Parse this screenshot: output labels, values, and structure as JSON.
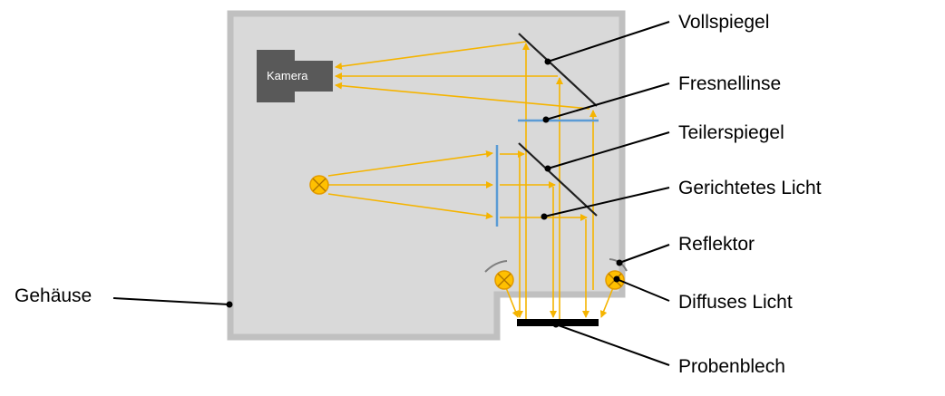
{
  "labels": {
    "camera": "Kamera",
    "full_mirror": "Vollspiegel",
    "fresnel_lens": "Fresnellinse",
    "beam_splitter": "Teilerspiegel",
    "directed_light": "Gerichtetes Licht",
    "reflector": "Reflektor",
    "diffuse_light": "Diffuses Licht",
    "housing": "Gehäuse",
    "sample_sheet": "Probenblech"
  },
  "colors": {
    "housing_wall": "#c0c0c0",
    "housing_fill": "#d9d9d9",
    "light": "#f5b400",
    "lens": "#5b9bd5",
    "mirror": "#202020",
    "camera": "#595959",
    "sample": "#000000"
  }
}
